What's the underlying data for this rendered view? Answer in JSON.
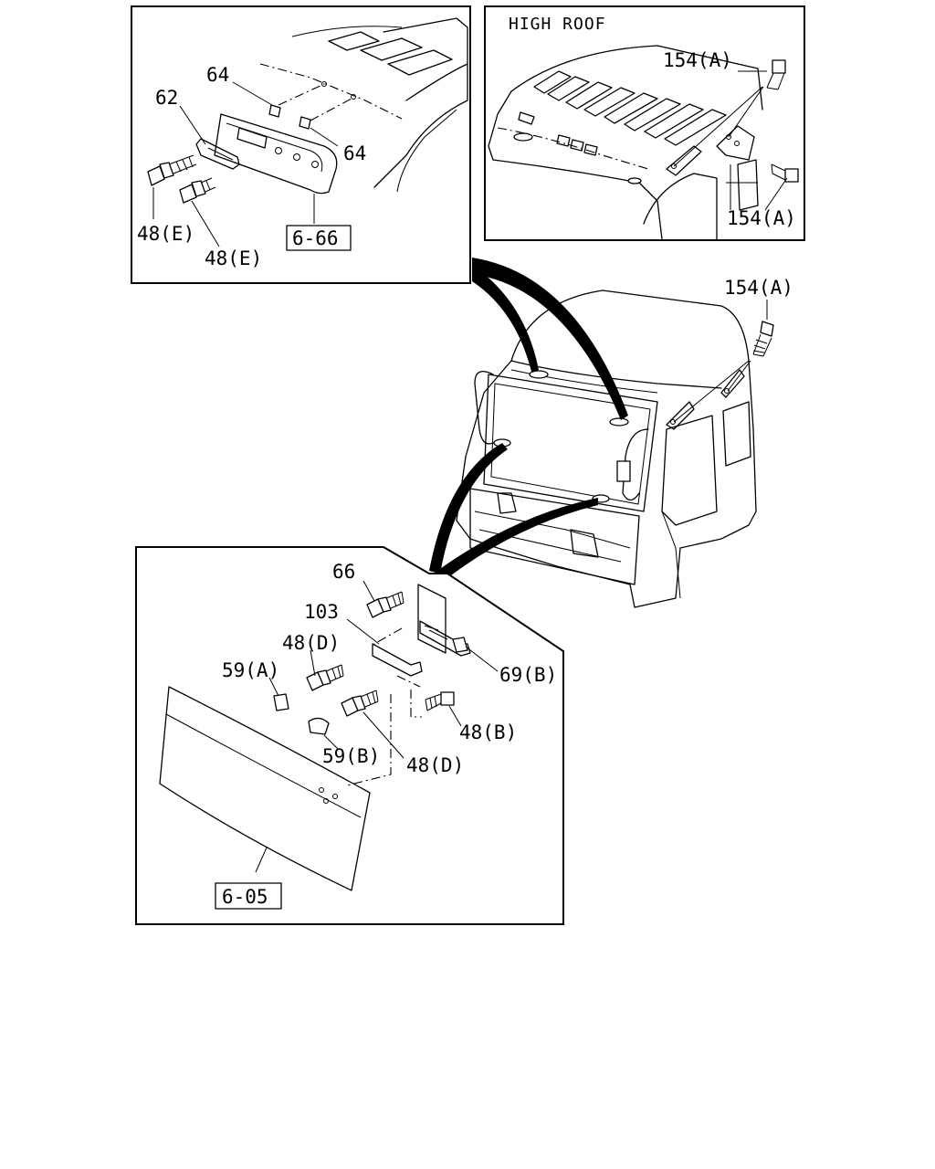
{
  "diagram": {
    "inset_high_roof": {
      "title": "HIGH ROOF",
      "callouts": [
        "154(A)",
        "154(A)"
      ]
    },
    "inset_roof_marker": {
      "callouts": [
        "64",
        "62",
        "64",
        "48(E)",
        "48(E)"
      ],
      "ref_box": "6-66"
    },
    "main_cab": {
      "callouts": [
        "154(A)"
      ]
    },
    "inset_front_panel": {
      "callouts": [
        "66",
        "103",
        "48(D)",
        "59(A)",
        "69(B)",
        "48(B)",
        "59(B)",
        "48(D)"
      ],
      "ref_box": "6-05"
    }
  }
}
